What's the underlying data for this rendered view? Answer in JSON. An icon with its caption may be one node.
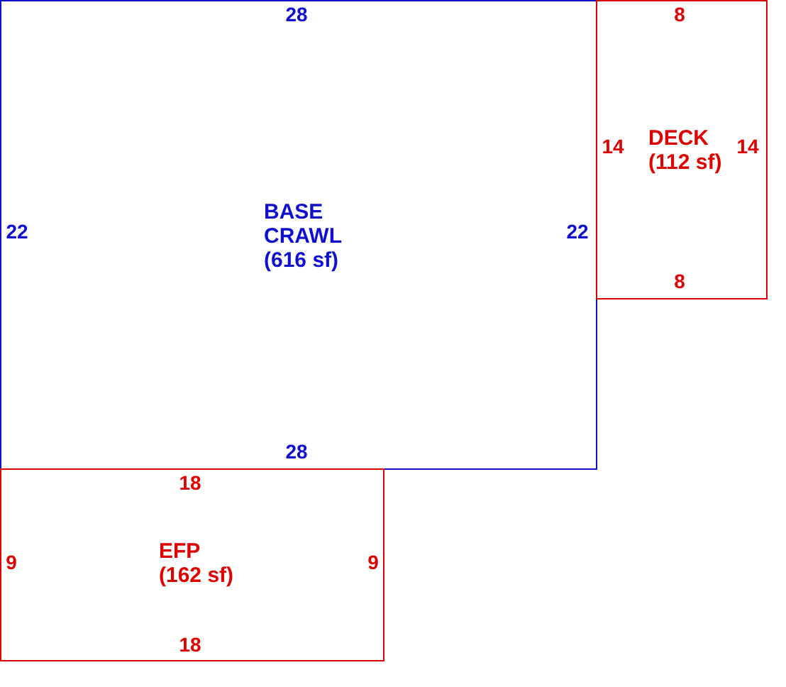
{
  "diagram": {
    "nodes": [
      {
        "text": [
          "BASE CRAWL (616 sf)"
        ]
      },
      {
        "text": [
          "DECK (112 sf)"
        ]
      },
      {
        "text": [
          "EFP (162 sf)"
        ]
      }
    ],
    "labels": [
      "28",
      "22",
      "22",
      "28",
      "8",
      "14",
      "14",
      "8",
      "18",
      "9",
      "9",
      "18"
    ]
  }
}
